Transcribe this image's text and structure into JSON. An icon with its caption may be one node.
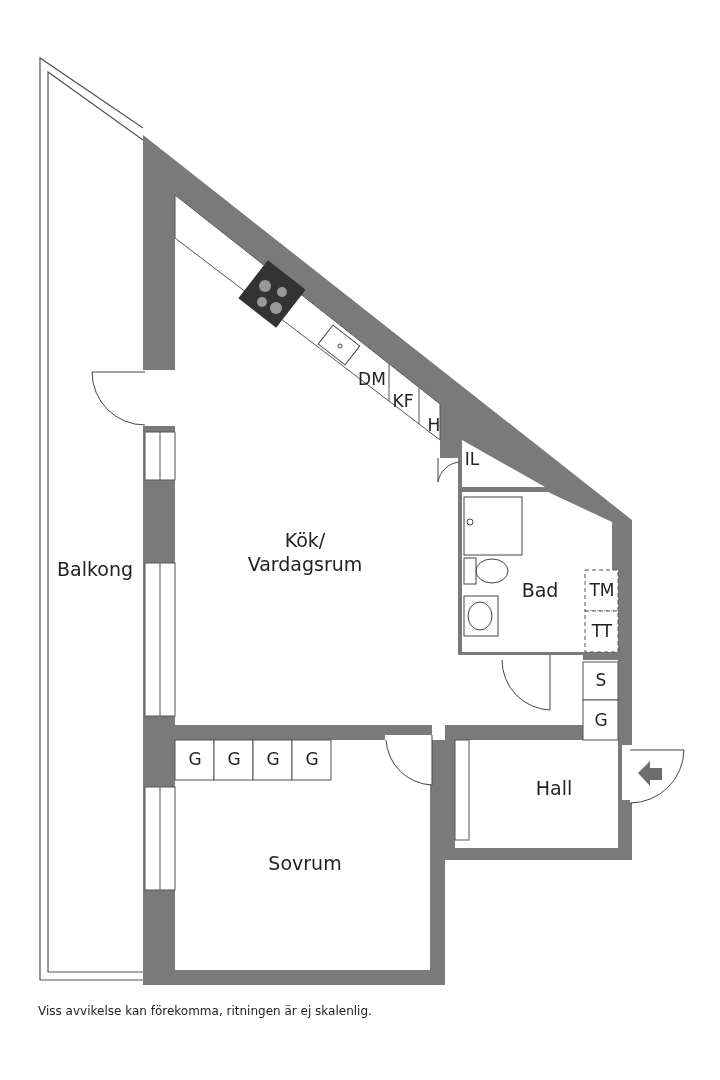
{
  "diagram": {
    "caption": "Viss avvikelse kan förekomma, ritningen är ej skalenlig.",
    "labels": [
      "DM",
      "KF",
      "H",
      "IL",
      "Kök/ Vardagsrum",
      "Balkong",
      "Bad",
      "TM",
      "TT",
      "S",
      "G",
      "G",
      "G",
      "G",
      "G",
      "Hall",
      "Sovrum"
    ]
  }
}
